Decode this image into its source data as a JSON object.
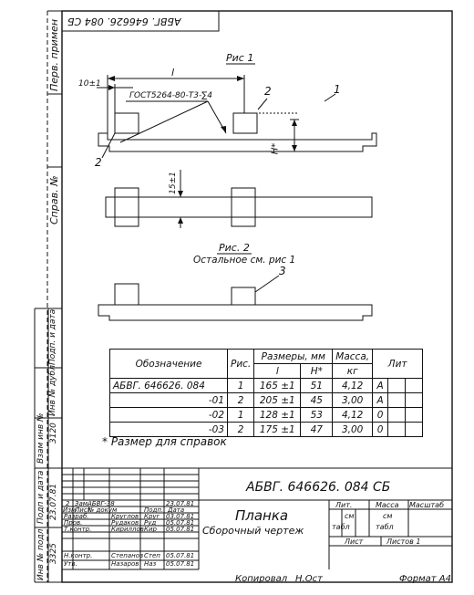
{
  "stamp_top": "АБВГ. 646626. 084 СБ",
  "fig1_title": "Рис 1",
  "dim_10": "10±1",
  "dim_l": "l",
  "gost": "ГОСТ5264-80-Т3-∑4",
  "callout_2a": "2",
  "callout_2b": "2",
  "callout_1": "1",
  "dim_h": "H*",
  "dim_15": "15±1",
  "fig2_title": "Рис. 2",
  "fig2_note": "Остальное см. рис 1",
  "callout_3": "3",
  "left_labels": {
    "perv_primen": "Перв. примен",
    "sprav": "Справ. №",
    "podp_data1": "Подп. и дата",
    "inv_dubl": "Инв № дубл",
    "vzam_inv": "Взам инв №",
    "vzam_val": "3120",
    "podp_data2": "Подп и дата",
    "date_val": "23.07.81",
    "inv_podl": "Инв № подл",
    "inv_val": "3325"
  },
  "table": {
    "headers": {
      "designation": "Обозначение",
      "fig": "Рис.",
      "sizes": "Размеры, мм",
      "l": "l",
      "h": "H*",
      "mass": "Масса,",
      "mass_unit": "кг",
      "lit": "Лит"
    },
    "rows": [
      {
        "designation": "АБВГ. 646626. 084",
        "fig": "1",
        "l": "165 ±1",
        "h": "51",
        "mass": "4,12",
        "lit": "А"
      },
      {
        "designation": "-01",
        "fig": "2",
        "l": "205 ±1",
        "h": "45",
        "mass": "3,00",
        "lit": "А"
      },
      {
        "designation": "-02",
        "fig": "1",
        "l": "128 ±1",
        "h": "53",
        "mass": "4,12",
        "lit": "0"
      },
      {
        "designation": "-03",
        "fig": "2",
        "l": "175 ±1",
        "h": "47",
        "mass": "3,00",
        "lit": "0"
      }
    ]
  },
  "note": "* Размер для справок",
  "title_block": {
    "doc_number": "АБВГ. 646626. 084 СБ",
    "name": "Планка",
    "subname": "Сборочный чертеж",
    "lit": "Лит.",
    "massa": "Масса",
    "masshtab": "Масштаб",
    "sm_tabl_1": "см",
    "sm_tabl_2": "табл",
    "sm_tabl_3": "см",
    "sm_tabl_4": "табл",
    "list": "Лист",
    "listov": "Листов 1",
    "change_row": {
      "izm": "2",
      "zam": "Зам.",
      "doc": "АБВГ-38",
      "date": "23.07.81"
    },
    "header_row": {
      "izm": "Изм",
      "list": "Лист",
      "doc": "№ докум",
      "podp": "Подп.",
      "data": "Дата"
    },
    "people": [
      {
        "role": "Разраб.",
        "name": "Круглов",
        "sig": "Круг",
        "date": "03.07.81"
      },
      {
        "role": "Пров.",
        "name": "Рудаков",
        "sig": "Руд",
        "date": "05.07.81"
      },
      {
        "role": "Т.контр.",
        "name": "Кириллов",
        "sig": "Кир",
        "date": "05.07.81"
      },
      {
        "role": "Н.контр.",
        "name": "Степанов",
        "sig": "Степ",
        "date": "05.07.81"
      },
      {
        "role": "Утв.",
        "name": "Назаров",
        "sig": "Наз",
        "date": "05.07.81"
      }
    ]
  },
  "kopiroval": "Копировал",
  "kopiroval_sig": "Н.Ост",
  "format": "Формат А4",
  "colors": {
    "ink": "#111111",
    "paper": "#ffffff"
  }
}
